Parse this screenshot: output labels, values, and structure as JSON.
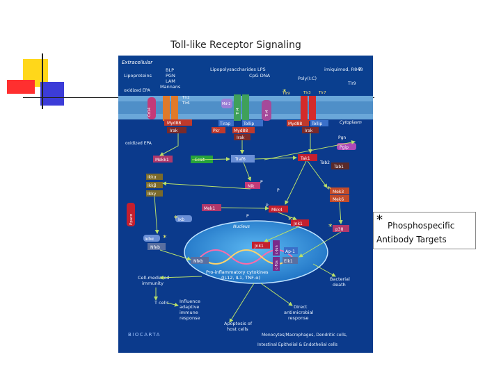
{
  "title": "Toll-like Receptor Signaling",
  "legend": {
    "star": "*",
    "line1": "Phosphospecific",
    "line2": "Antibody Targets"
  },
  "diagram": {
    "region_extracellular": "Extracellular",
    "region_cytoplasm": "Cytoplasm",
    "region_nucleus": "Nucleus",
    "ligand_blp": "BLP",
    "ligand_pgn": "PGN",
    "ligand_lam": "LAM",
    "ligand_mannans": "Mannans",
    "ligand_lipoproteins": "Lipoproteins",
    "ligand_oxidized_epa": "oxidized EPA",
    "ligand_lps": "Lipopolysaccharides LPS",
    "ligand_cpg": "CpG DNA",
    "ligand_polyic": "Poly(I:C)",
    "ligand_imiquimod": "imiquimod, R848",
    "tlr9_top": "Tlr9",
    "cd14": "Cd14",
    "tlr2": "Tlr2",
    "tlr6": "Tlr6",
    "md2": "Md-2",
    "tlr4a": "Tlr4",
    "tlr4b": "Tlr4",
    "tlr9": "Tlr9",
    "tlr3": "Tlr3",
    "tlr7": "Tlr7",
    "myd88_a": "Myd88",
    "irak_a": "Irak",
    "tirap": "Tirap",
    "tollip_a": "Tollip",
    "pkr": "Pkr",
    "myd88_b": "Myd88",
    "irak_b": "Irak",
    "myd88_c": "Myd88",
    "tollip_b": "Tollip",
    "irak_c": "Irak",
    "oxidized_epa_2": "oxidized EPA",
    "pgn2": "Pgn",
    "pgip": "Pgip",
    "mekk1": "Mekk1",
    "ecsit": "Ecsit",
    "traf6": "Traf6",
    "tak1": "Tak1",
    "tab2": "Tab2",
    "tab1": "Tab1",
    "ikka": "Ikkα",
    "ikkb": "Ikkβ",
    "ikkg": "Ikkγ",
    "nik": "Nik",
    "p1": "P",
    "p2": "P",
    "mek36": "Mek3",
    "mek36b": "Mek6",
    "mek1": "Mek1",
    "mkk4": "Mkk4",
    "p3": "P",
    "p4": "P",
    "ppara": "Pparα",
    "ikba_top": "Iκb",
    "jnk1_cyt": "Jnk1",
    "p38": "p38",
    "ikba": "Iκbα",
    "nfkb_cyt": "Nfκb",
    "jnk1_nuc": "Jnk1",
    "c_jun": "c-Jun",
    "c_fos": "c-Fos",
    "elk1": "Elk1",
    "nfkb_nuc": "Nfκb",
    "ap1": "Ap-1",
    "cytokines_1": "Pro-inflammatory cytokines",
    "cytokines_2": "(IL12, IL1, TNF-α)",
    "cell_immunity_1": "Cell-mediated",
    "cell_immunity_2": "immunity",
    "bacterial_death_1": "Bacterial",
    "bacterial_death_2": "death",
    "tcells": "T cells",
    "influence_1": "Influence",
    "influence_2": "adaptive",
    "influence_3": "immune",
    "influence_4": "response",
    "direct_1": "Direct",
    "direct_2": "antimicrobial",
    "direct_3": "response",
    "apoptosis_1": "Apoptosis of",
    "apoptosis_2": "host cells",
    "cells_1": "Monocytes/Macrophages, Dendritic cells,",
    "cells_2": "Intestinal Epithelial & Endothelial cells",
    "brand": "BIOCARTA",
    "qmark": "?"
  },
  "colors": {
    "panel_bg": "#0b3a8c",
    "membrane": "#6aa7d9",
    "nucleus": "#2f8fd8",
    "green_box": "#27a33a",
    "red_box": "#c41f2e",
    "purple_box": "#8b4ea6",
    "star": "#ffff66",
    "text_white": "#ffffff"
  }
}
